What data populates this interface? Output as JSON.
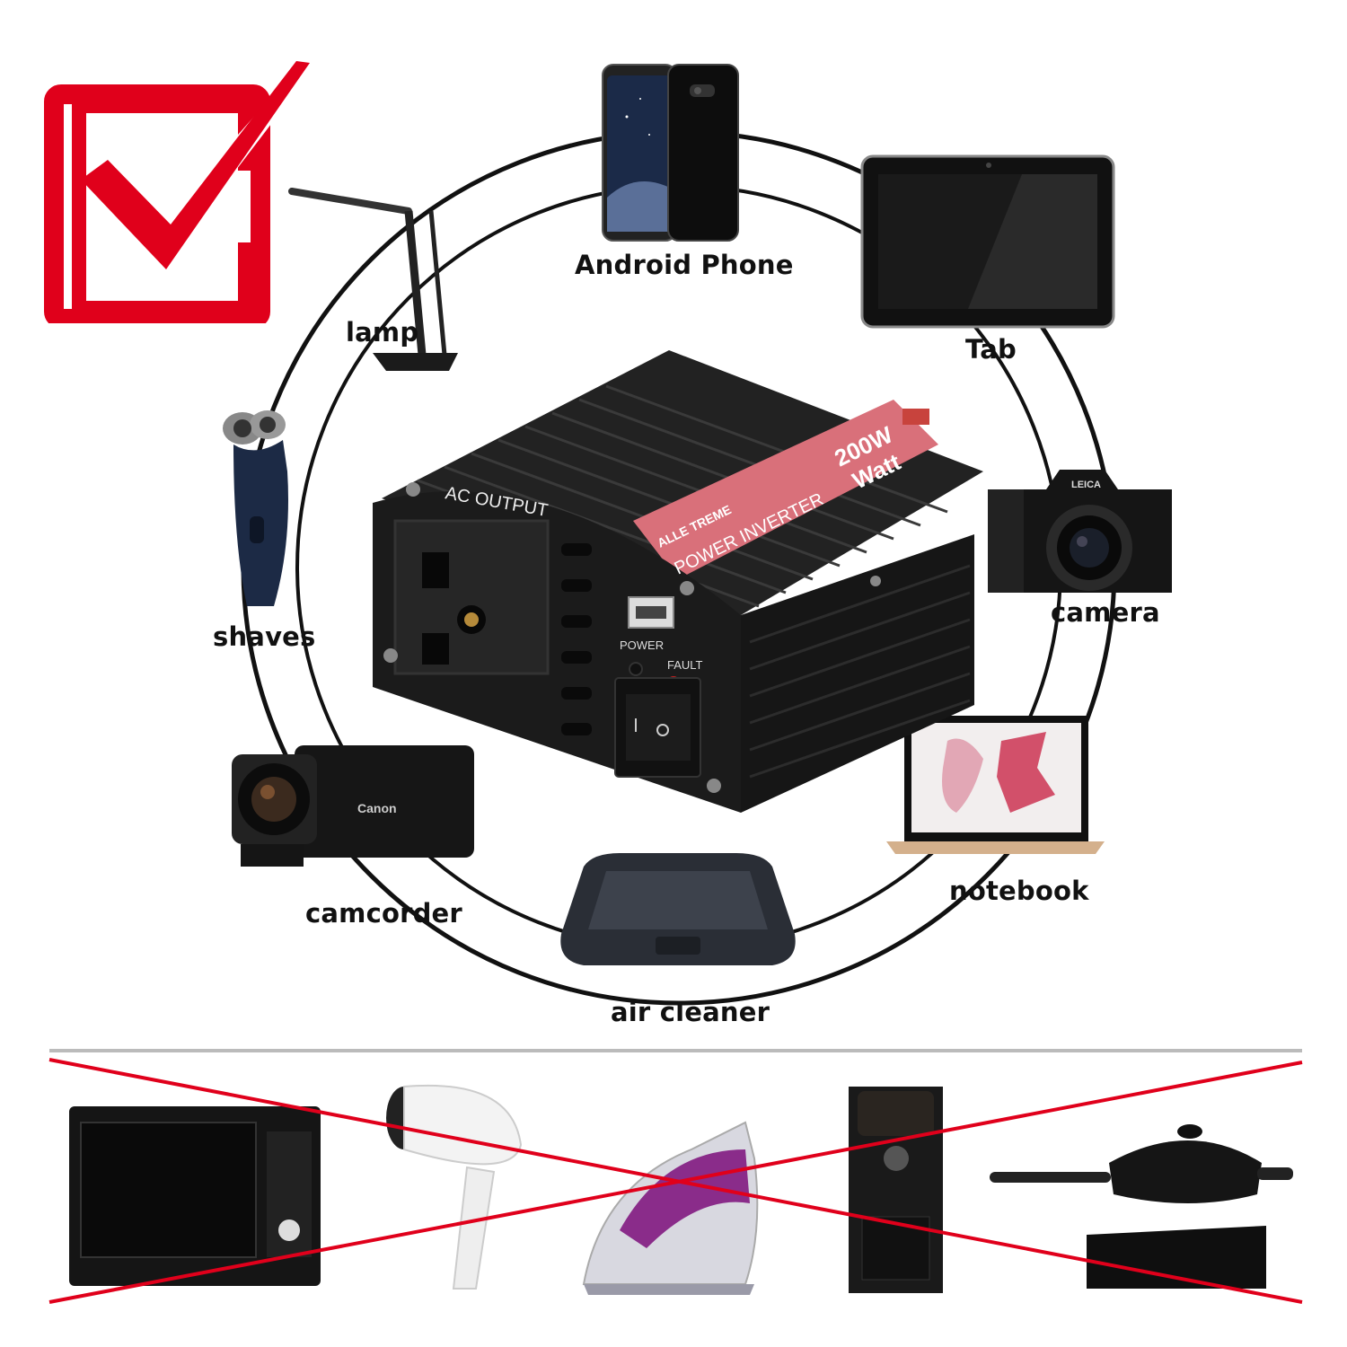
{
  "supported": {
    "phone": "Android Phone",
    "tab": "Tab",
    "lamp": "lamp",
    "camera": "camera",
    "shaves": "shaves",
    "notebook": "notebook",
    "camcorder": "camcorder",
    "air_cleaner": "air cleaner"
  },
  "inverter": {
    "ac_output": "AC OUTPUT",
    "brand": "ALLE TREME",
    "rating": "200W",
    "watt": "Watt",
    "title": "POWER INVERTER",
    "power": "POWER",
    "fault": "FAULT"
  },
  "unsupported": [
    "microwave-oven",
    "hair-dryer",
    "steam-iron",
    "coffee-maker",
    "induction-cooker-with-pan"
  ],
  "colors": {
    "check": "#e0001b",
    "cross": "#e0001b",
    "inverter_label": "#d9707a",
    "inverter_body": "#1b1b1b"
  },
  "icons": {
    "supported_mark": "red-checkmark-icon",
    "unsupported_mark": "red-cross-lines-icon"
  }
}
